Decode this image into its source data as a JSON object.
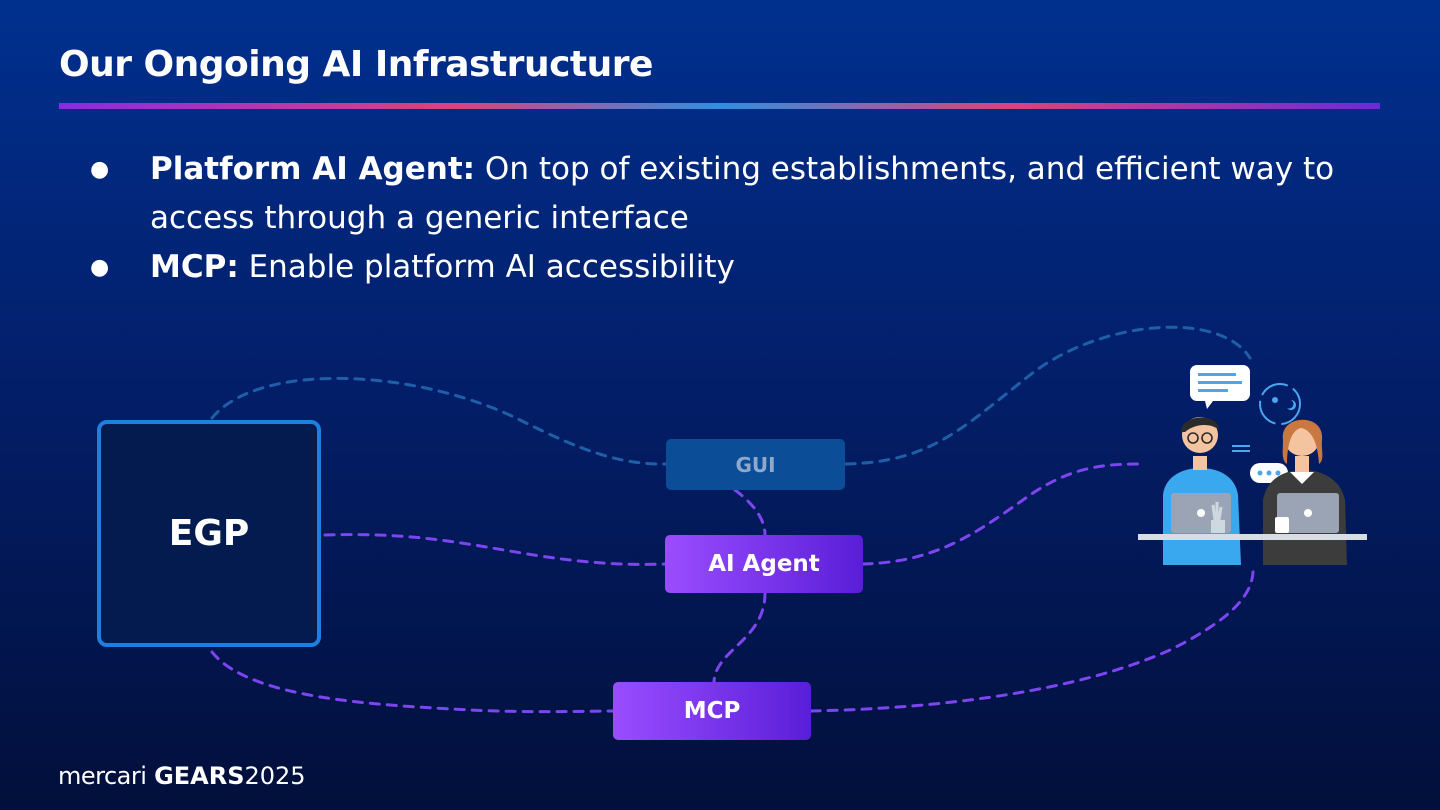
{
  "title": "Our Ongoing AI Infrastructure",
  "bullets": [
    {
      "bold": "Platform AI Agent:",
      "text": " On top of existing establishments, and efficient way to access through a generic interface"
    },
    {
      "bold": "MCP:",
      "text": " Enable platform AI accessibility"
    }
  ],
  "bullet_glyph": "●",
  "diagram": {
    "egp_label": "EGP",
    "gui_label": "GUI",
    "agent_label": "AI Agent",
    "mcp_label": "MCP"
  },
  "footer": {
    "brand_word": "mercari",
    "event": "GEARS",
    "year": "2025"
  },
  "colors": {
    "title_rule": [
      "#8a2be2",
      "#e0407f",
      "#2f8fe0"
    ],
    "egp_border": "#1d7fe0",
    "gui_fill": "#0b4d96",
    "purple_node": "#7a35f0",
    "gui_link": "#1f5fa8",
    "purple_link": "#7d45f0"
  },
  "illustration": "two-people-at-laptops-icon"
}
